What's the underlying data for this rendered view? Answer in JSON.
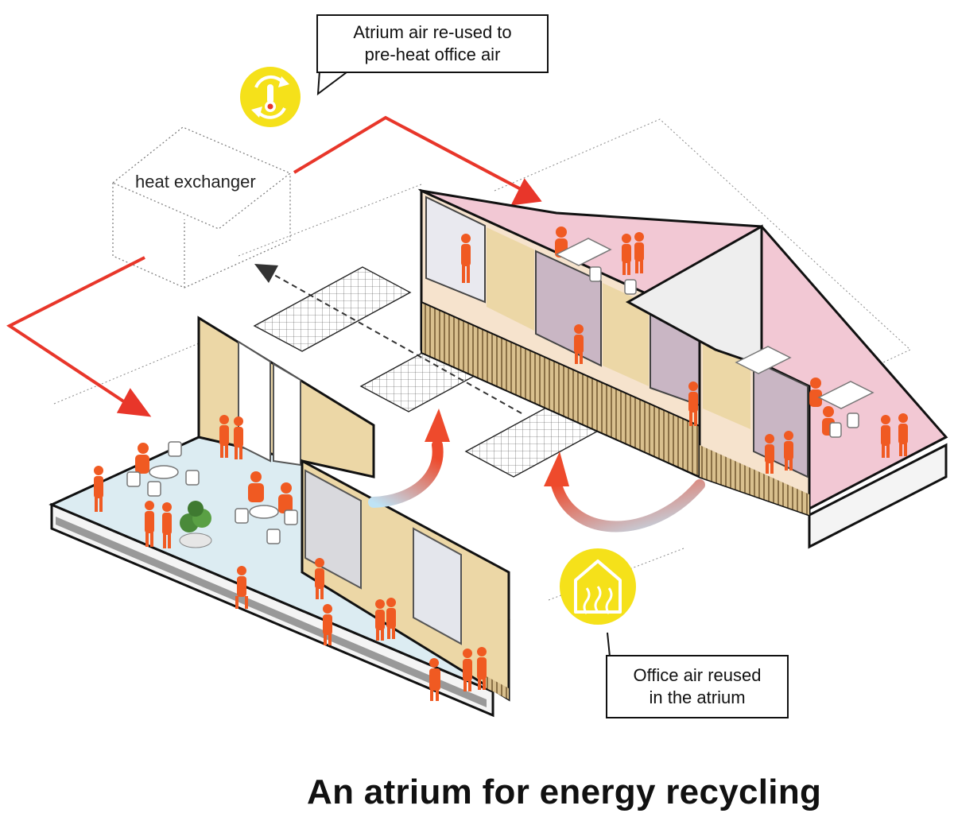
{
  "title": "An atrium for energy recycling",
  "labels": {
    "heat_exchanger": "heat exchanger"
  },
  "callouts": {
    "top": {
      "line1": "Atrium air re-used to",
      "line2": "pre-heat office air"
    },
    "bottom": {
      "line1": "Office air reused",
      "line2": "in the atrium"
    }
  },
  "icons": {
    "top": "thermometer-recycle-icon",
    "bottom": "house-airflow-icon"
  },
  "colors": {
    "people": "#f05a22",
    "arrow_red": "#e8362a",
    "icon_yellow": "#f5e11a",
    "atrium_floor": "#dcecf2",
    "office_floor": "#f2c8d4",
    "wood_panel": "#ecd7a6"
  }
}
